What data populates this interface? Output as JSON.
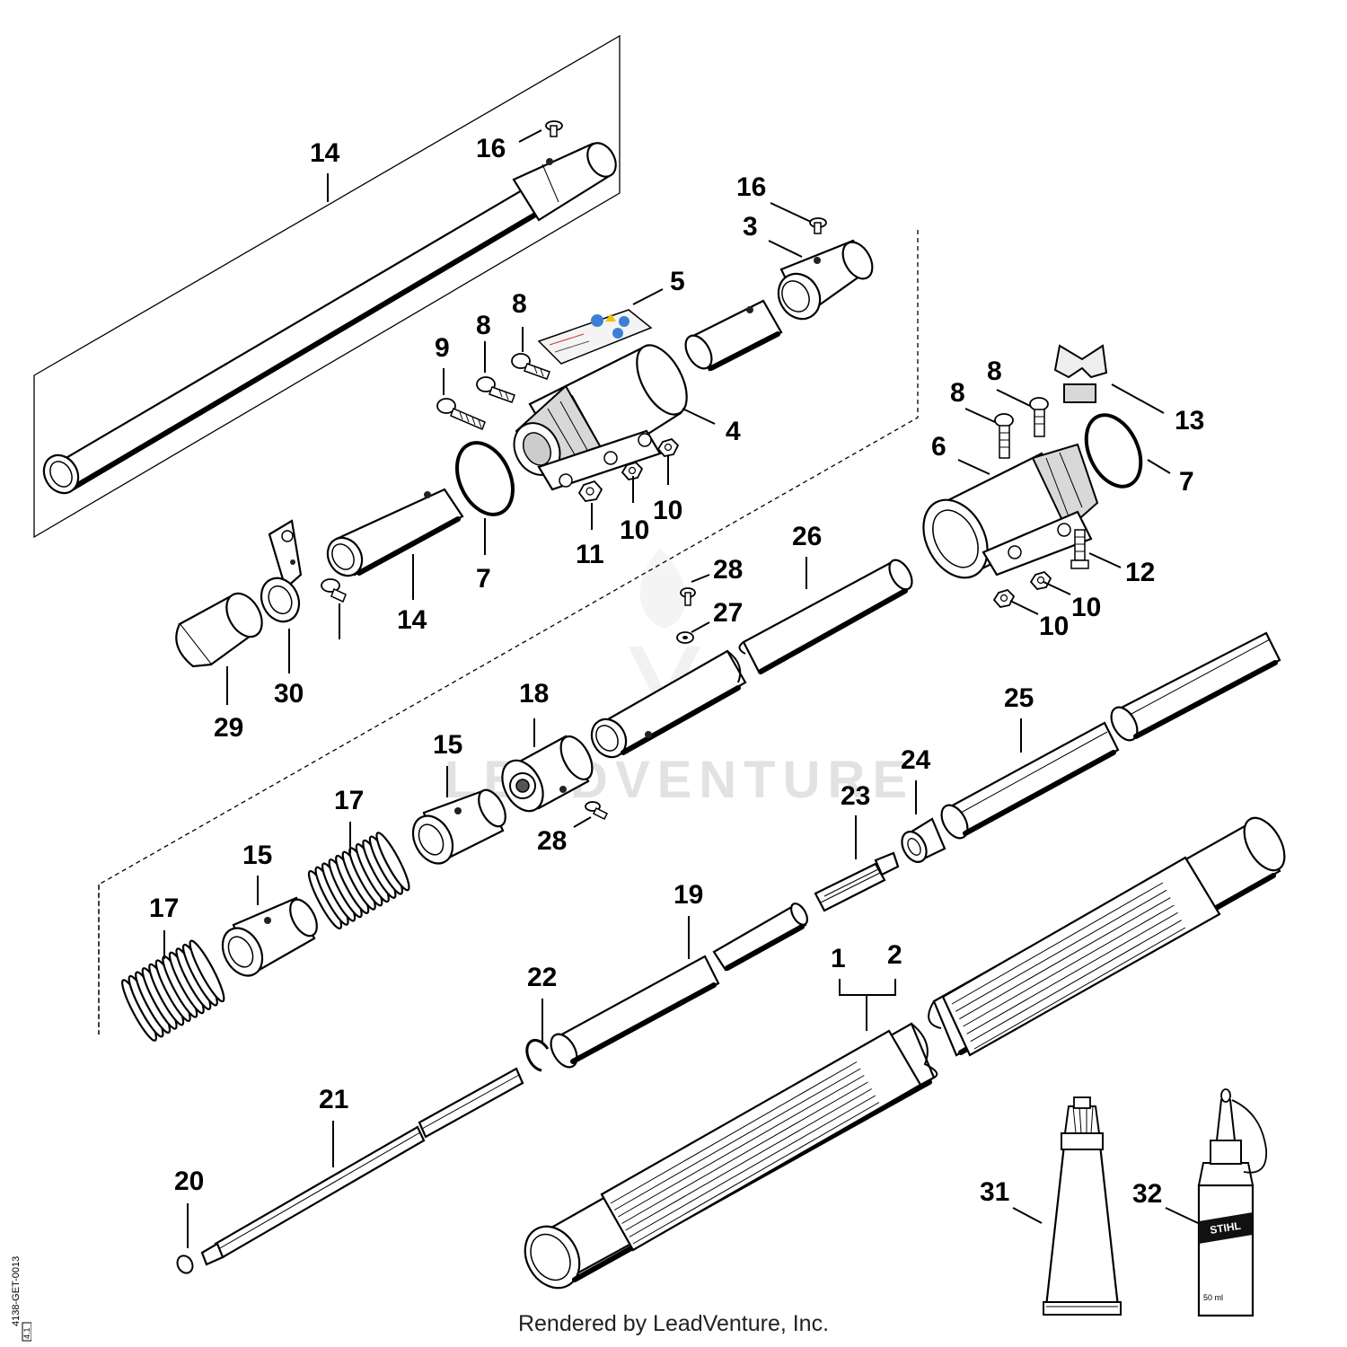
{
  "diagram": {
    "footer": "Rendered by LeadVenture, Inc.",
    "watermark": "LEADVENTURE",
    "figure_code": "4138-GET-0013",
    "figure_tag": "4.1",
    "tube_print": "STIHL",
    "bottle_volume": "50 ml",
    "labels": {
      "p1": "1",
      "p2": "2",
      "p3": "3",
      "p4": "4",
      "p5": "5",
      "p6": "6",
      "p7a": "7",
      "p7b": "7",
      "p8a": "8",
      "p8b": "8",
      "p8c": "8",
      "p8d": "8",
      "p9": "9",
      "p10a": "10",
      "p10b": "10",
      "p10c": "10",
      "p10d": "10",
      "p11": "11",
      "p12": "12",
      "p13": "13",
      "p14a": "14",
      "p14b": "14",
      "p15a": "15",
      "p15b": "15",
      "p16a": "16",
      "p16b": "16",
      "p17a": "17",
      "p17b": "17",
      "p18": "18",
      "p19": "19",
      "p20": "20",
      "p21": "21",
      "p22": "22",
      "p23": "23",
      "p24": "24",
      "p25": "25",
      "p26": "26",
      "p27": "27",
      "p28a": "28",
      "p28b": "28",
      "p29": "29",
      "p30": "30",
      "p31": "31",
      "p32": "32"
    }
  }
}
